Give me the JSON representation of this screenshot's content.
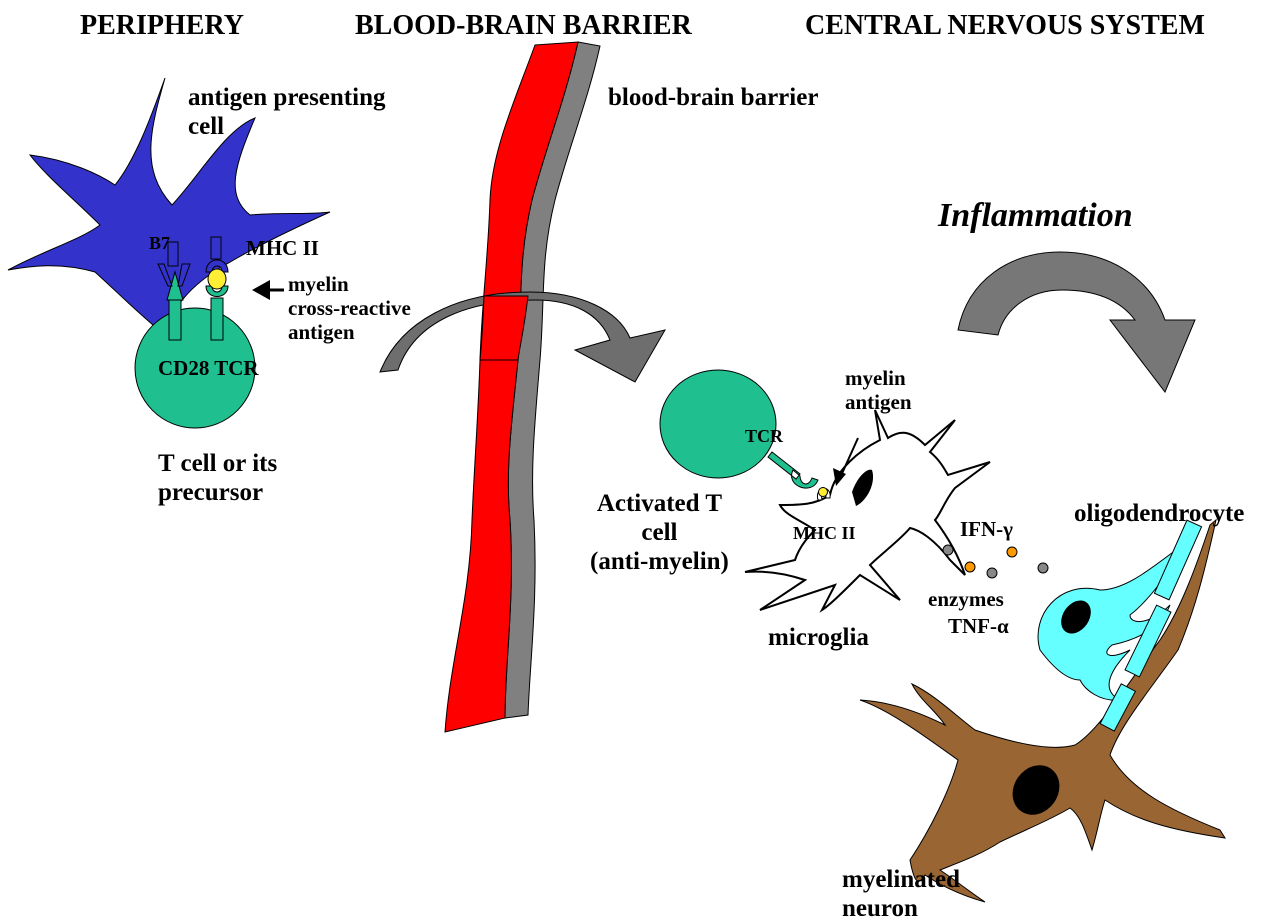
{
  "headers": {
    "periphery": "PERIPHERY",
    "bbb": "BLOOD-BRAIN BARRIER",
    "cns": "CENTRAL NERVOUS SYSTEM"
  },
  "labels": {
    "apc": "antigen presenting\ncell",
    "bbb": "blood-brain barrier",
    "inflammation": "Inflammation",
    "b7": "B7",
    "mhc_ii": "MHC II",
    "myelin_cross": "myelin\ncross-reactive\nantigen",
    "cd28_tcr": "CD28 TCR",
    "tcell": "T cell or its\nprecursor",
    "myelin_antigen": "myelin\nantigen",
    "tcr": "TCR",
    "activated": "Activated T\ncell\n(anti-myelin)",
    "mhc_ii_micro": "MHC  II",
    "ifn": "IFN-γ",
    "enzymes": "enzymes",
    "tnf": "TNF-α",
    "microglia": "microglia",
    "oligo": "oligodendrocyte",
    "neuron": "myelinated\nneuron"
  },
  "colors": {
    "apc": "#3333cc",
    "tcell": "#1fbf8f",
    "barrier_red": "#ff0000",
    "barrier_gray": "#808080",
    "arrow_gray": "#777777",
    "neuron_brown": "#996633",
    "oligo_cyan": "#66ffff",
    "antigen_yellow": "#ffee33",
    "cytokine_orange": "#ff9900"
  }
}
